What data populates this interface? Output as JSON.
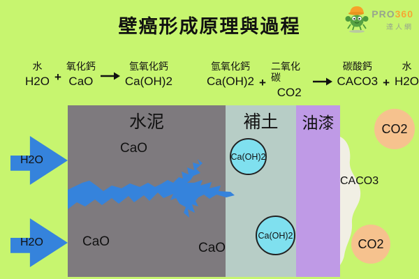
{
  "title": "壁癌形成原理與過程",
  "logo": {
    "pro": "PRO",
    "n360": "360",
    "sub": "達人網"
  },
  "equation1": {
    "term1_zh": "水",
    "term1_formula": "H2O",
    "plus": "+",
    "term2_zh": "氧化鈣",
    "term2_formula": "CaO",
    "term3_zh": "氫氧化鈣",
    "term3_formula": "Ca(OH)2"
  },
  "equation2": {
    "term1_zh": "氫氧化鈣",
    "term1_formula": "Ca(OH)2",
    "plus1": "+",
    "term2_zh": "二氧化碳",
    "term2_formula": "CO2",
    "term3_zh": "碳酸鈣",
    "term3_formula": "CACO3",
    "plus2": "+",
    "term4_zh": "水",
    "term4_formula": "H2O"
  },
  "layers": {
    "cement": "水泥",
    "putty": "補土",
    "paint": "油漆"
  },
  "wall": {
    "cao_labels": [
      "CaO",
      "CaO",
      "CaO"
    ],
    "caoh_circles": [
      "Ca(OH)2",
      "Ca(OH)2"
    ]
  },
  "right_side": {
    "caco3_label": "CACO3",
    "co2_circles": [
      "CO2",
      "CO2"
    ]
  },
  "water_arrows": [
    "H2O",
    "H2O"
  ],
  "colors": {
    "bg": "#c7f56f",
    "cement": "#7e7a7e",
    "putty": "#b7cdc6",
    "paint": "#bf9ae6",
    "water": "#3583dc",
    "caoh": "#7fe0ef",
    "co2": "#f6c28e",
    "deposit": "#f1efe4",
    "ink": "#111111",
    "brand_orange": "#f5a833",
    "brand_gray": "#97a58d"
  }
}
